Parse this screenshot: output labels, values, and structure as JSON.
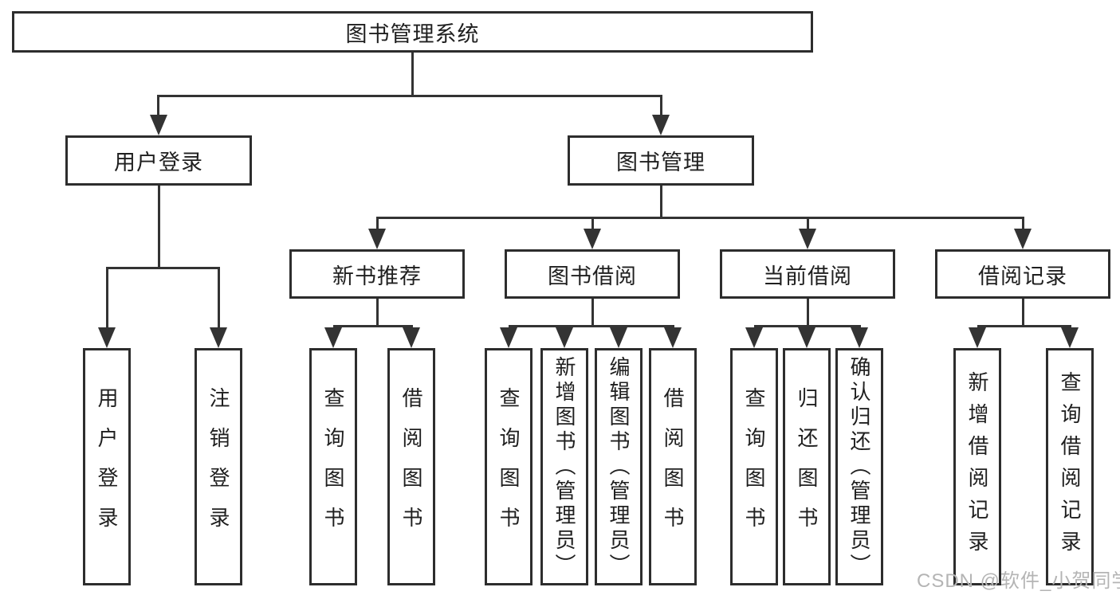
{
  "tree": {
    "root": {
      "label": "图书管理系统",
      "children": [
        {
          "label": "用户登录",
          "children": [
            {
              "label": "用户登录"
            },
            {
              "label": "注销登录"
            }
          ]
        },
        {
          "label": "图书管理",
          "children": [
            {
              "label": "新书推荐",
              "children": [
                {
                  "label": "查询图书"
                },
                {
                  "label": "借阅图书"
                }
              ]
            },
            {
              "label": "图书借阅",
              "children": [
                {
                  "label": "查询图书"
                },
                {
                  "label": "新增图书（管理员）"
                },
                {
                  "label": "编辑图书（管理员）"
                },
                {
                  "label": "借阅图书"
                }
              ]
            },
            {
              "label": "当前借阅",
              "children": [
                {
                  "label": "查询图书"
                },
                {
                  "label": "归还图书"
                },
                {
                  "label": "确认归还（管理员）"
                }
              ]
            },
            {
              "label": "借阅记录",
              "children": [
                {
                  "label": "新增借阅记录"
                },
                {
                  "label": "查询借阅记录"
                }
              ]
            }
          ]
        }
      ]
    }
  },
  "watermark": "CSDN @软件_小贺同学",
  "colors": {
    "line": "#333333",
    "box_border": "#2d2d2d",
    "text": "#1f1f1f",
    "watermark": "#b4b4b4",
    "background": "#ffffff"
  }
}
